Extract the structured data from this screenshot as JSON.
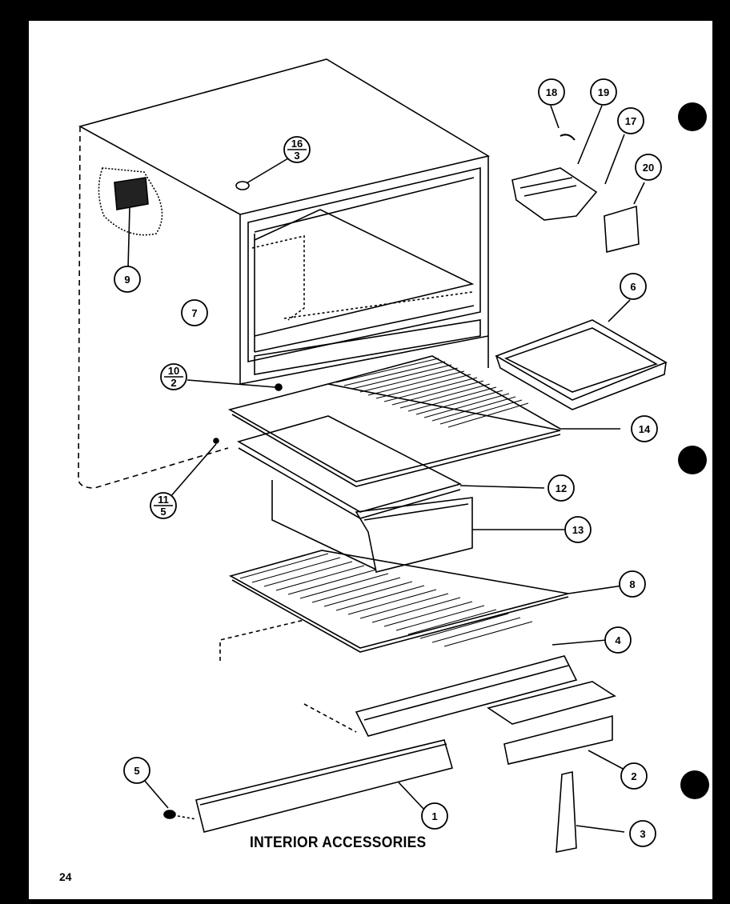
{
  "page": {
    "title": "INTERIOR ACCESSORIES",
    "page_number": "24"
  },
  "callouts": [
    {
      "id": "1"
    },
    {
      "id": "2"
    },
    {
      "id": "3"
    },
    {
      "id": "4"
    },
    {
      "id": "5"
    },
    {
      "id": "6"
    },
    {
      "id": "7"
    },
    {
      "id": "8"
    },
    {
      "id": "9"
    },
    {
      "top": "10",
      "bottom": "2"
    },
    {
      "top": "11",
      "bottom": "5"
    },
    {
      "id": "12"
    },
    {
      "id": "13"
    },
    {
      "id": "14"
    },
    {
      "top": "16",
      "bottom": "3"
    },
    {
      "id": "17"
    },
    {
      "id": "18"
    },
    {
      "id": "19"
    },
    {
      "id": "20"
    }
  ]
}
